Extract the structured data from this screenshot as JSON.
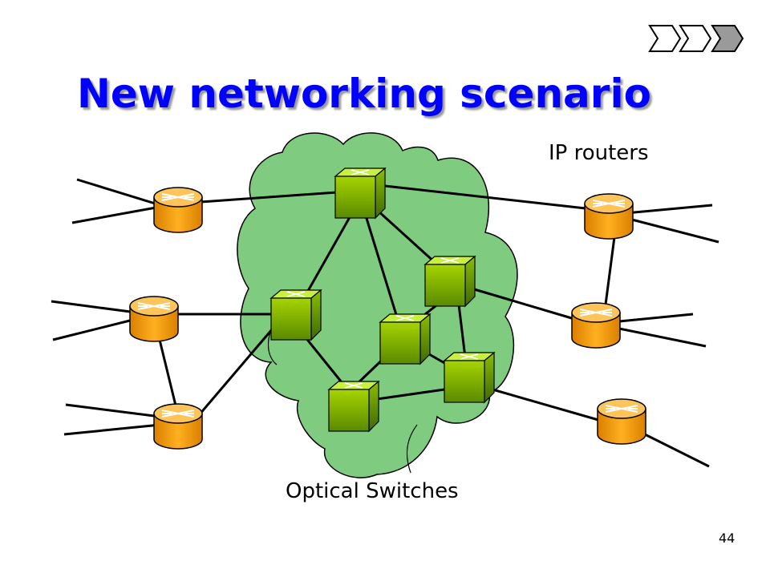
{
  "slide": {
    "title": "New networking scenario",
    "page_number": "44"
  },
  "labels": {
    "ip_routers": "IP routers",
    "optical_switches": "Optical Switches"
  },
  "colors": {
    "title": "#0000ff",
    "cloud": "#7fcc80",
    "router_body": "#f5a623",
    "switch_body": "#7ab800"
  },
  "icons": {
    "router": "router-icon",
    "switch": "optical-switch-icon",
    "nav": "nav-arrows-icon"
  }
}
